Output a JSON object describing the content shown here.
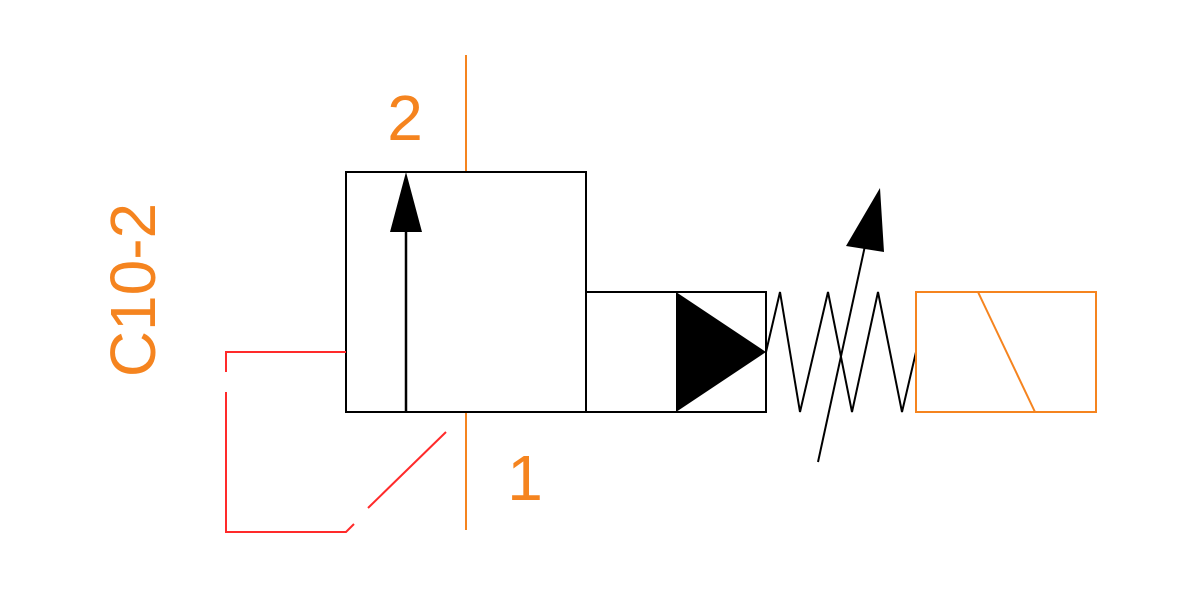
{
  "diagram": {
    "model_label": "C10-2",
    "port_top_label": "2",
    "port_bottom_label": "1"
  },
  "colors": {
    "background": "#ffffff",
    "symbol": "#000000",
    "port_lines": "#f5841f",
    "label": "#f5841f",
    "solenoid": "#f5841f",
    "pilot_line": "#ff2a2a"
  }
}
